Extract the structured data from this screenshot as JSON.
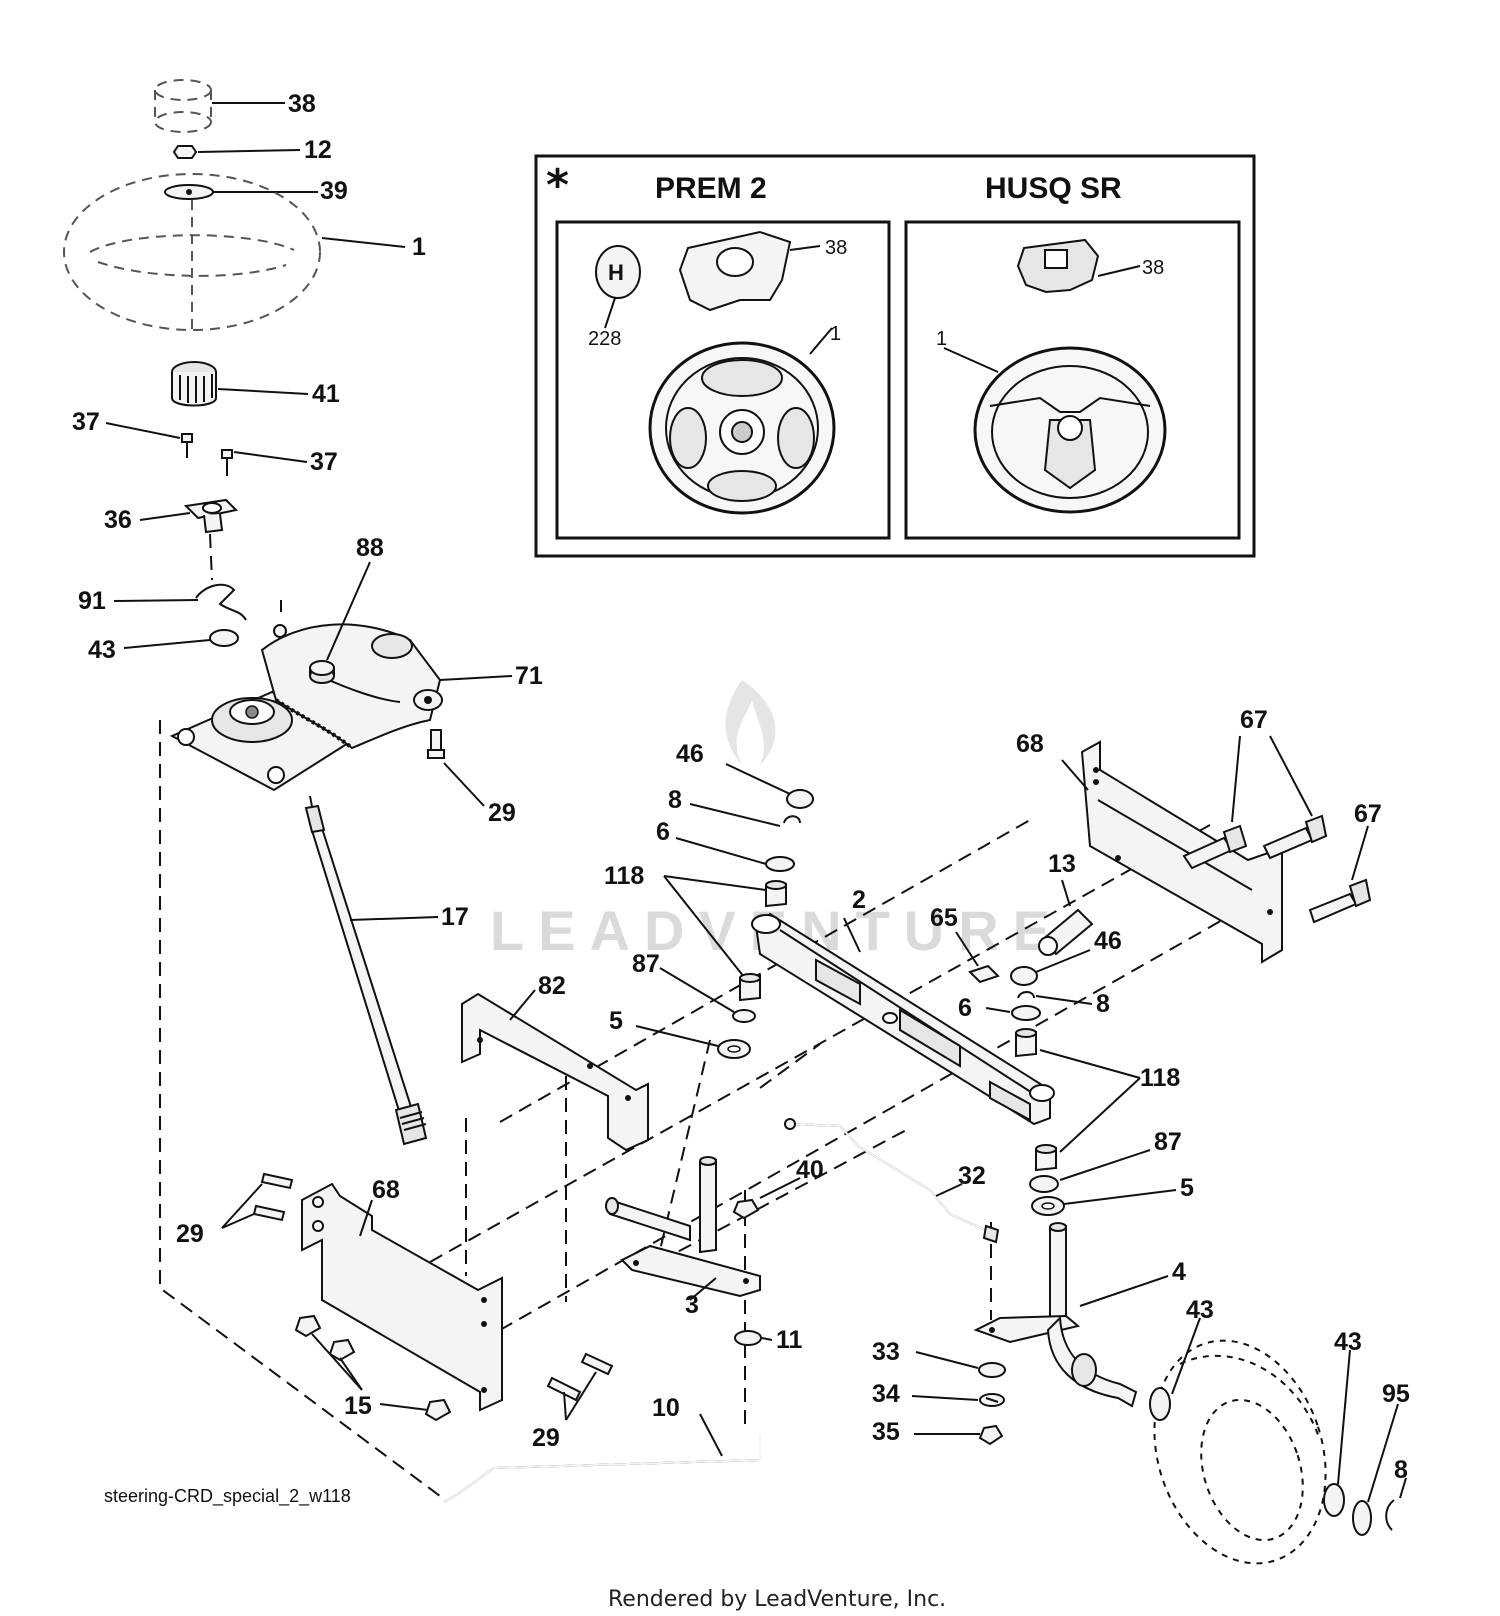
{
  "inset": {
    "marker": "*",
    "left_title": "PREM 2",
    "right_title": "HUSQ SR",
    "left_labels": {
      "logo": "228",
      "cover": "38",
      "wheel": "1"
    },
    "right_labels": {
      "cover": "38",
      "wheel": "1"
    }
  },
  "callouts": {
    "c38": "38",
    "c12": "12",
    "c39": "39",
    "c1": "1",
    "c41": "41",
    "c37a": "37",
    "c37b": "37",
    "c36": "36",
    "c88": "88",
    "c91": "91",
    "c43a": "43",
    "c71": "71",
    "c29a": "29",
    "c17": "17",
    "c82": "82",
    "c46a": "46",
    "c8a": "8",
    "c6a": "6",
    "c118a": "118",
    "c87a": "87",
    "c5a": "5",
    "c2": "2",
    "c65": "65",
    "c13": "13",
    "c46b": "46",
    "c6b": "6",
    "c8b": "8",
    "c118b": "118",
    "c87b": "87",
    "c5b": "5",
    "c68a": "68",
    "c67a": "67",
    "c67b": "67",
    "c68b": "68",
    "c29b": "29",
    "c40": "40",
    "c32": "32",
    "c3": "3",
    "c11": "11",
    "c4": "4",
    "c43b": "43",
    "c43c": "43",
    "c95": "95",
    "c8c": "8",
    "c33": "33",
    "c34": "34",
    "c35": "35",
    "c15": "15",
    "c29c": "29",
    "c10": "10"
  },
  "diagram_id": "steering-CRD_special_2_w118",
  "watermark": "LEADVENTURE",
  "footer": "Rendered by LeadVenture, Inc."
}
